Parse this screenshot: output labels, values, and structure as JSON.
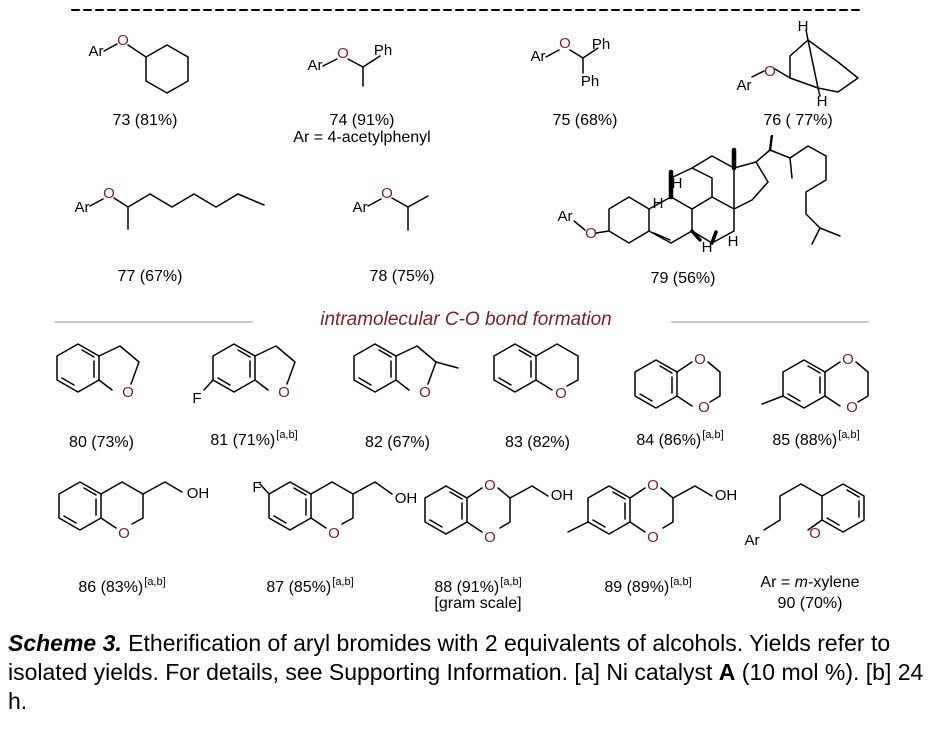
{
  "section_title": "intramolecular C-O bond formation",
  "compounds": [
    {
      "id": "73",
      "label": "73 (81%)",
      "sup": ""
    },
    {
      "id": "74",
      "label": "74 (91%)",
      "sup": "",
      "note": "Ar = 4-acetylphenyl"
    },
    {
      "id": "75",
      "label": "75 (68%)",
      "sup": ""
    },
    {
      "id": "76",
      "label": "76 ( 77%)",
      "sup": ""
    },
    {
      "id": "77",
      "label": "77 (67%)",
      "sup": ""
    },
    {
      "id": "78",
      "label": "78 (75%)",
      "sup": ""
    },
    {
      "id": "79",
      "label": "79 (56%)",
      "sup": ""
    },
    {
      "id": "80",
      "label": "80 (73%)",
      "sup": ""
    },
    {
      "id": "81",
      "label": "81 (71%)",
      "sup": "[a,b]"
    },
    {
      "id": "82",
      "label": "82 (67%)",
      "sup": ""
    },
    {
      "id": "83",
      "label": "83 (82%)",
      "sup": ""
    },
    {
      "id": "84",
      "label": "84 (86%)",
      "sup": "[a,b]"
    },
    {
      "id": "85",
      "label": "85 (88%)",
      "sup": "[a,b]"
    },
    {
      "id": "86",
      "label": "86 (83%)",
      "sup": "[a,b]"
    },
    {
      "id": "87",
      "label": "87 (85%)",
      "sup": "[a,b]"
    },
    {
      "id": "88",
      "label": "88 (91%)",
      "sup": "[a,b]",
      "note": "[gram scale]"
    },
    {
      "id": "89",
      "label": "89 (89%)",
      "sup": "[a,b]"
    },
    {
      "id": "90",
      "label": "90 (70%)",
      "sup": "",
      "note_prefix": "Ar = ",
      "note_ital": "m",
      "note_suffix": "-xylene"
    }
  ],
  "atoms": {
    "ar": "Ar",
    "o": "O",
    "ph": "Ph",
    "h": "H",
    "f": "F",
    "oh": "OH"
  },
  "caption": {
    "head": "Scheme 3.",
    "text1": " Etherification of aryl bromides with 2 equivalents of alcohols. Yields refer to isolated yields. For details, see Supporting Information. [a] Ni catalyst ",
    "catalyst": "A",
    "text2": " (10 mol %). [b] 24 h."
  },
  "colors": {
    "heteroatom": "#7a1f26",
    "bond": "#000000",
    "rule": "#c8c8c8"
  }
}
